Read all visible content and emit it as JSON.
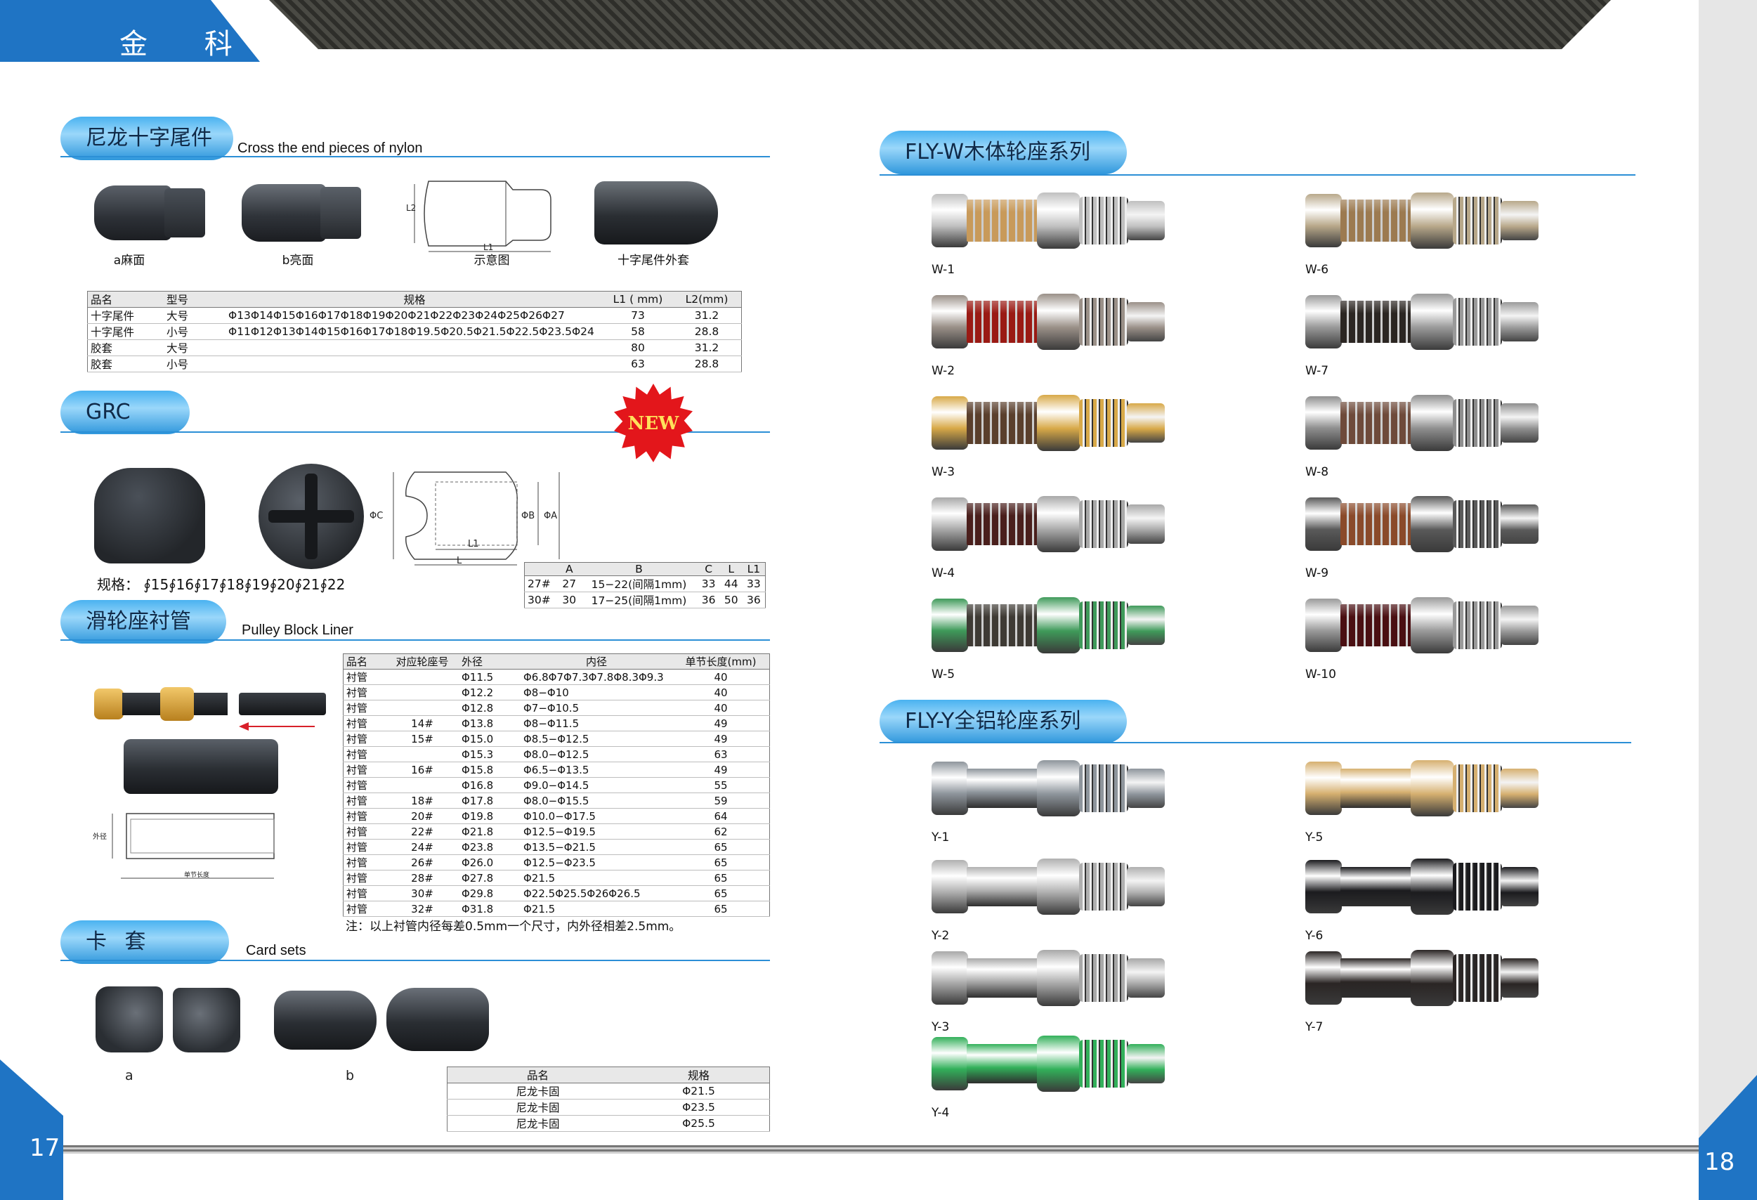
{
  "header": {
    "brand": "金 科"
  },
  "pages": {
    "left": "17",
    "right": "18"
  },
  "sections": {
    "nylon": {
      "title": "尼龙十字尾件",
      "subtitle": "Cross the end pieces of nylon",
      "captions": [
        "a麻面",
        "b亮面",
        "示意图",
        "十字尾件外套"
      ],
      "dims": {
        "l1": "L1",
        "l2": "L2"
      },
      "table": {
        "headers": [
          "品名",
          "型号",
          "规格",
          "L1 ( mm)",
          "L2(mm)"
        ],
        "rows": [
          [
            "十字尾件",
            "大号",
            "Φ13Φ14Φ15Φ16Φ17Φ18Φ19Φ20Φ21Φ22Φ23Φ24Φ25Φ26Φ27",
            "73",
            "31.2"
          ],
          [
            "十字尾件",
            "小号",
            "Φ11Φ12Φ13Φ14Φ15Φ16Φ17Φ18Φ19.5Φ20.5Φ21.5Φ22.5Φ23.5Φ24",
            "58",
            "28.8"
          ],
          [
            "胶套",
            "大号",
            "",
            "80",
            "31.2"
          ],
          [
            "胶套",
            "小号",
            "",
            "63",
            "28.8"
          ]
        ]
      }
    },
    "grc": {
      "title": "GRC",
      "badge": "NEW",
      "spec": "规格： ∮15∮16∮17∮18∮19∮20∮21∮22",
      "dims": {
        "c": "ΦC",
        "l1": "L1",
        "l": "L",
        "b": "ΦB",
        "a": "ΦA"
      },
      "table": {
        "headers": [
          "",
          "A",
          "B",
          "C",
          "L",
          "L1"
        ],
        "rows": [
          [
            "27#",
            "27",
            "15−22(间隔1mm)",
            "33",
            "44",
            "33"
          ],
          [
            "30#",
            "30",
            "17−25(间隔1mm)",
            "36",
            "50",
            "36"
          ]
        ]
      }
    },
    "liner": {
      "title": "滑轮座衬管",
      "subtitle": "Pulley Block Liner",
      "dims": {
        "outer": "外径",
        "length": "单节长度"
      },
      "table": {
        "headers": [
          "品名",
          "对应轮座号",
          "外径",
          "内径",
          "单节长度(mm)"
        ],
        "rows": [
          [
            "衬管",
            "",
            "Φ11.5",
            "Φ6.8Φ7Φ7.3Φ7.8Φ8.3Φ9.3",
            "40"
          ],
          [
            "衬管",
            "",
            "Φ12.2",
            "Φ8−Φ10",
            "40"
          ],
          [
            "衬管",
            "",
            "Φ12.8",
            "Φ7−Φ10.5",
            "40"
          ],
          [
            "衬管",
            "14#",
            "Φ13.8",
            "Φ8−Φ11.5",
            "49"
          ],
          [
            "衬管",
            "15#",
            "Φ15.0",
            "Φ8.5−Φ12.5",
            "49"
          ],
          [
            "衬管",
            "",
            "Φ15.3",
            "Φ8.0−Φ12.5",
            "63"
          ],
          [
            "衬管",
            "16#",
            "Φ15.8",
            "Φ6.5−Φ13.5",
            "49"
          ],
          [
            "衬管",
            "",
            "Φ16.8",
            "Φ9.0−Φ14.5",
            "55"
          ],
          [
            "衬管",
            "18#",
            "Φ17.8",
            "Φ8.0−Φ15.5",
            "59"
          ],
          [
            "衬管",
            "20#",
            "Φ19.8",
            "Φ10.0−Φ17.5",
            "64"
          ],
          [
            "衬管",
            "22#",
            "Φ21.8",
            "Φ12.5−Φ19.5",
            "62"
          ],
          [
            "衬管",
            "24#",
            "Φ23.8",
            "Φ13.5−Φ21.5",
            "65"
          ],
          [
            "衬管",
            "26#",
            "Φ26.0",
            "Φ12.5−Φ23.5",
            "65"
          ],
          [
            "衬管",
            "28#",
            "Φ27.8",
            "Φ21.5",
            "65"
          ],
          [
            "衬管",
            "30#",
            "Φ29.8",
            "Φ22.5Φ25.5Φ26Φ26.5",
            "65"
          ],
          [
            "衬管",
            "32#",
            "Φ31.8",
            "Φ21.5",
            "65"
          ]
        ]
      },
      "note": "注：以上衬管内径每差0.5mm一个尺寸，内外径相差2.5mm。"
    },
    "card": {
      "title": "卡 套",
      "subtitle": "Card sets",
      "captions": [
        "a",
        "b"
      ],
      "table": {
        "headers": [
          "品名",
          "规格"
        ],
        "rows": [
          [
            "尼龙卡固",
            "Φ21.5"
          ],
          [
            "尼龙卡固",
            "Φ23.5"
          ],
          [
            "尼龙卡固",
            "Φ25.5"
          ]
        ]
      }
    },
    "flyw": {
      "title": "FLY-W木体轮座系列",
      "items": [
        {
          "label": "W-1",
          "wood": "#c89a5a",
          "metal": "#c0c0c0"
        },
        {
          "label": "W-6",
          "wood": "#9c7a50",
          "metal": "#b8a88a"
        },
        {
          "label": "W-2",
          "wood": "#9a1a14",
          "metal": "#9a9088"
        },
        {
          "label": "W-7",
          "wood": "#2b2622",
          "metal": "#9a9a9a"
        },
        {
          "label": "W-3",
          "wood": "#5a3f2c",
          "metal": "#d8a948"
        },
        {
          "label": "W-8",
          "wood": "#6e4a3a",
          "metal": "#8e8e8e"
        },
        {
          "label": "W-4",
          "wood": "#4a1f1c",
          "metal": "#a8a8a8"
        },
        {
          "label": "W-9",
          "wood": "#8a4a2a",
          "metal": "#5a5a5a"
        },
        {
          "label": "W-5",
          "wood": "#3e3a34",
          "metal": "#3f9a5a"
        },
        {
          "label": "W-10",
          "wood": "#4a0f12",
          "metal": "#9a9a9a"
        }
      ]
    },
    "flyy": {
      "title": "FLY-Y全铝轮座系列",
      "items": [
        {
          "label": "Y-1",
          "metal": "#8e959c"
        },
        {
          "label": "Y-5",
          "metal": "#d6b070"
        },
        {
          "label": "Y-2",
          "metal": "#b0b0b0"
        },
        {
          "label": "Y-6",
          "metal": "#1b1b1e"
        },
        {
          "label": "Y-3",
          "metal": "#a8a8a8"
        },
        {
          "label": "Y-7",
          "metal": "#2a2524"
        },
        {
          "label": "Y-4",
          "metal": "#32b05a"
        }
      ]
    }
  }
}
